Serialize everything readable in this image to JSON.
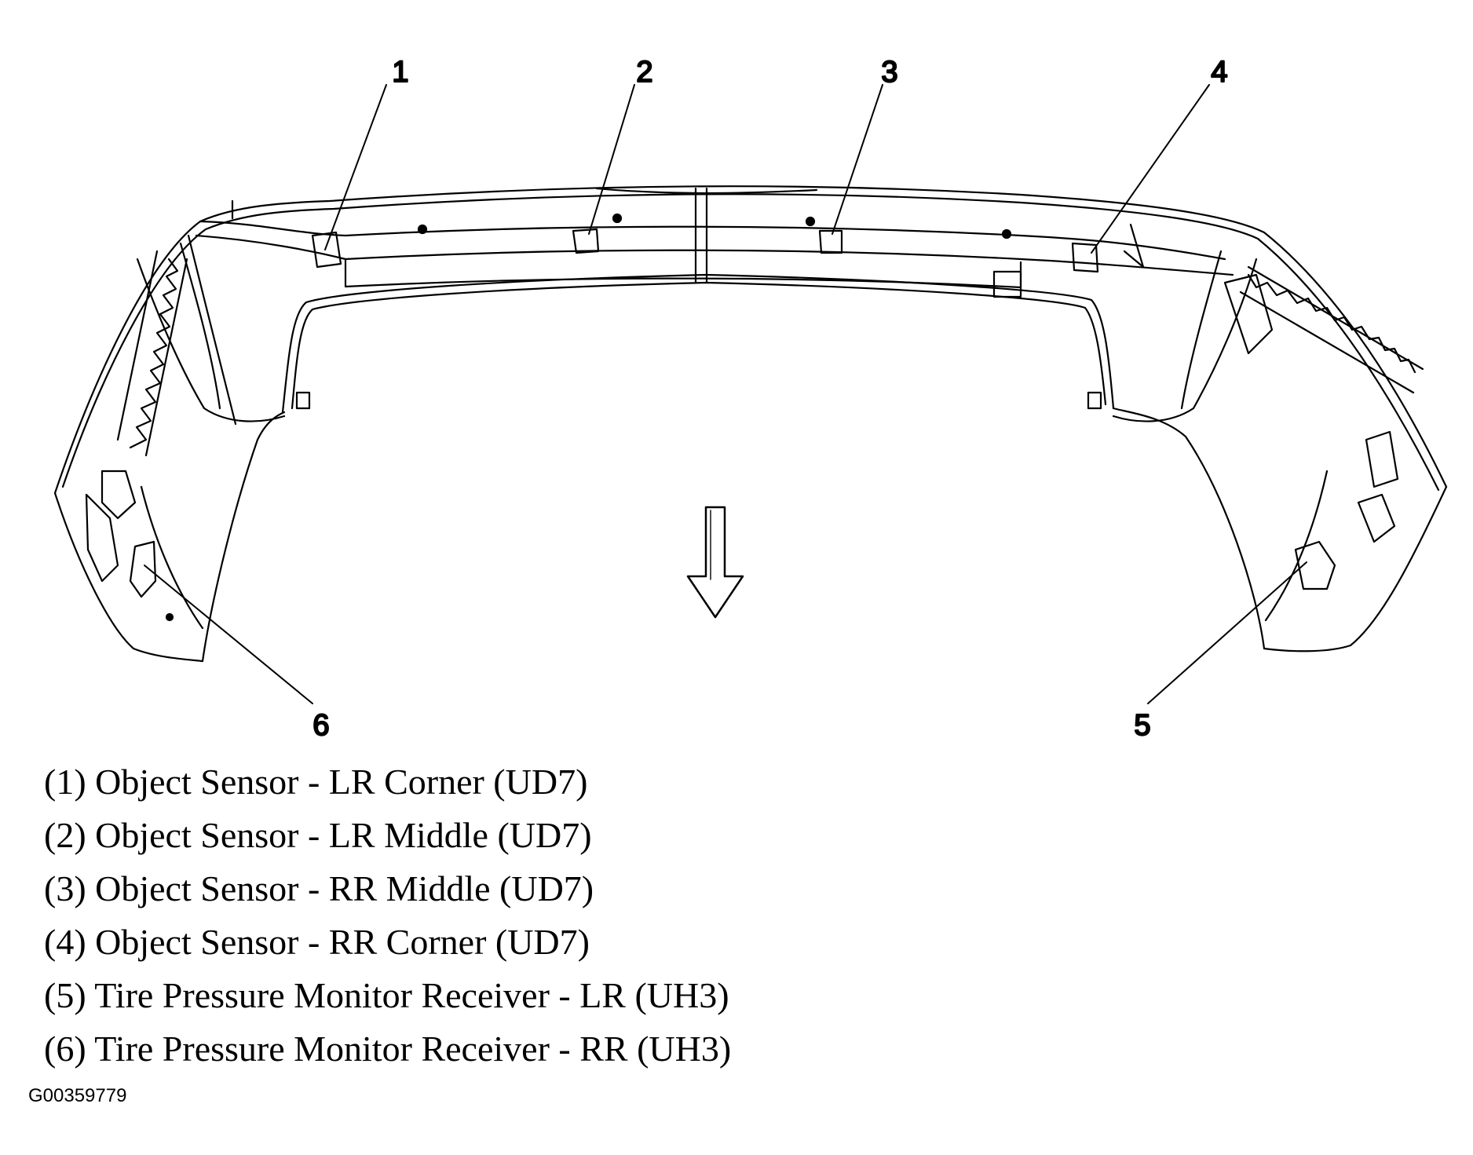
{
  "callouts": [
    {
      "num": "1",
      "label": "(1) Object Sensor - LR Corner (UD7)"
    },
    {
      "num": "2",
      "label": "(2) Object Sensor - LR Middle (UD7)"
    },
    {
      "num": "3",
      "label": "(3) Object Sensor - RR Middle (UD7)"
    },
    {
      "num": "4",
      "label": "(4) Object Sensor - RR Corner (UD7)"
    },
    {
      "num": "5",
      "label": "(5) Tire Pressure Monitor Receiver - LR (UH3)"
    },
    {
      "num": "6",
      "label": "(6) Tire Pressure Monitor Receiver - RR (UH3)"
    }
  ],
  "figure_id": "G00359779",
  "icons": {
    "direction": "down-arrow-icon"
  }
}
